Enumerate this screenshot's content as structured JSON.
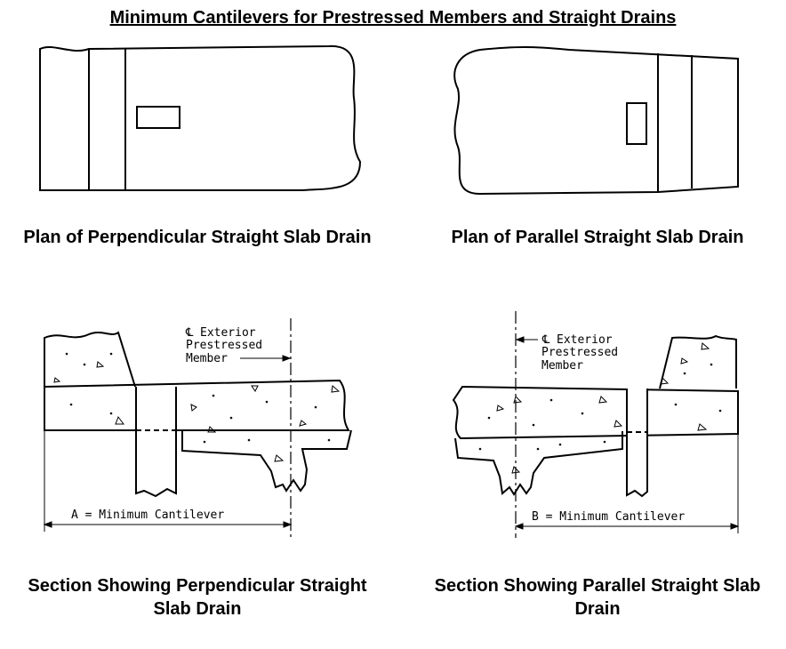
{
  "title": "Minimum Cantilevers for Prestressed Members and Straight Drains",
  "captions": {
    "plan_perp": "Plan of Perpendicular Straight Slab Drain",
    "plan_par": "Plan of Parallel Straight Slab Drain",
    "sec_perp_1": "Section Showing Perpendicular Straight",
    "sec_perp_2": "Slab Drain",
    "sec_par_1": "Section Showing Parallel Straight Slab",
    "sec_par_2": "Drain"
  },
  "labels": {
    "perp": {
      "cl_symbol": "℄",
      "cl_line1": "Exterior",
      "cl_line2": "Prestressed",
      "cl_line3": "Member",
      "dim": "A = Minimum Cantilever"
    },
    "par": {
      "cl_symbol": "℄",
      "cl_line1": "Exterior",
      "cl_line2": "Prestressed",
      "cl_line3": "Member",
      "dim": "B = Minimum Cantilever"
    }
  }
}
